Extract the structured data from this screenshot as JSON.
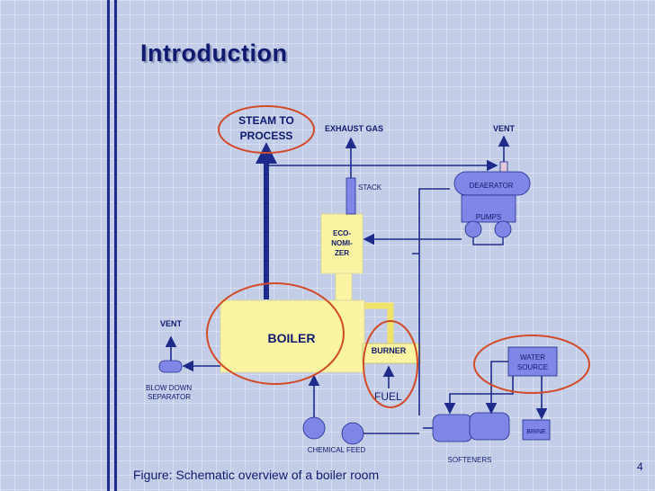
{
  "slide": {
    "title": "Introduction",
    "caption": "Figure: Schematic overview of a boiler room",
    "page_number": "4"
  },
  "diagram": {
    "steam_line1": "STEAM TO",
    "steam_line2": "PROCESS",
    "exhaust": "EXHAUST GAS",
    "vent_top": "VENT",
    "stack": "STACK",
    "deaerator": "DEAERATOR",
    "pumps": "PUMPS",
    "econ1": "ECO-",
    "econ2": "NOMI-",
    "econ3": "ZER",
    "vent_left": "VENT",
    "boiler": "BOILER",
    "burner": "BURNER",
    "fuel": "FUEL",
    "water1": "WATER",
    "water2": "SOURCE",
    "blowdown1": "BLOW DOWN",
    "blowdown2": "SEPARATOR",
    "brine": "BRINE",
    "chemical_feed": "CHEMICAL FEED",
    "softeners": "SOFTENERS"
  },
  "colors": {
    "line": "#1d2b8a",
    "boiler_fill": "#fbf4a2",
    "equipment_fill": "#7f86e6",
    "highlight_circle": "#d24a26",
    "flue_pipe": "#f0e26a"
  }
}
